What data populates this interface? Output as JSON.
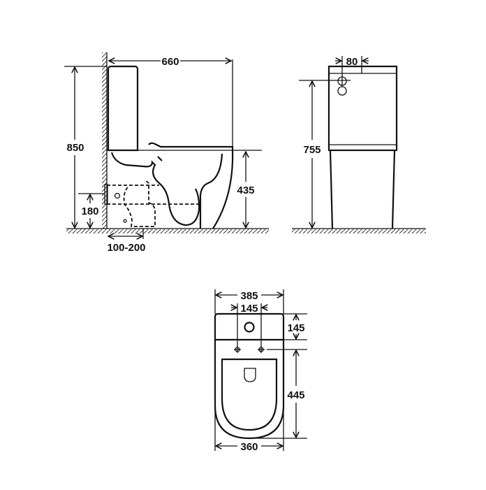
{
  "side_view": {
    "width": "660",
    "height": "850",
    "seat_height": "435",
    "outlet_height": "180",
    "wall_distance": "100-200"
  },
  "front_view": {
    "inlet_offset": "80",
    "inlet_height": "755"
  },
  "top_view": {
    "total_width": "385",
    "hole_spacing": "145",
    "tank_depth": "145",
    "bowl_length": "445",
    "bowl_width": "360"
  }
}
